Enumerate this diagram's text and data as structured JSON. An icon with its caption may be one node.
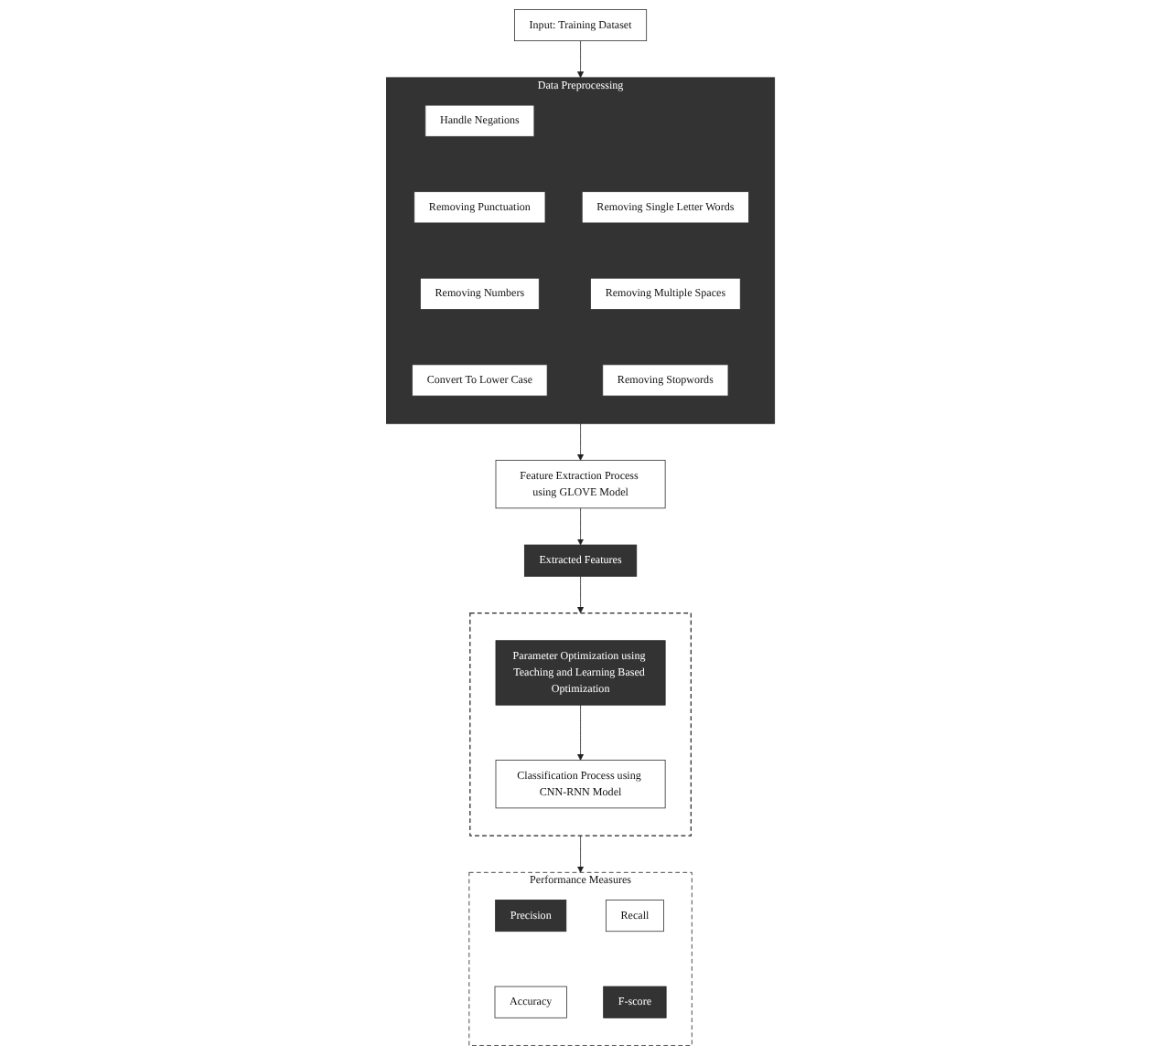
{
  "diagram": {
    "nodes": [
      {
        "text": [
          "Input: Training  Dataset"
        ]
      },
      {
        "text": [
          "Data Preprocessing"
        ]
      },
      {
        "text": [
          "Handle Negations"
        ],
        "in": 1
      },
      {
        "text": [
          "Removing Single Letter Words"
        ],
        "in": 1
      },
      {
        "text": [
          "Removing Punctuation"
        ],
        "in": 1
      },
      {
        "text": [
          "Removing Multiple Spaces"
        ],
        "in": 1
      },
      {
        "text": [
          "Removing Numbers"
        ],
        "in": 1
      },
      {
        "text": [
          "Removing Stopwords"
        ],
        "in": 1
      },
      {
        "text": [
          "Convert To Lower Case"
        ],
        "in": 1
      },
      {
        "text": [
          "Feature Extraction Process using GLOVE Model"
        ]
      },
      {
        "text": [
          "Extracted Features"
        ]
      },
      {
        "text": [],
        "shape": "box"
      },
      {
        "text": [
          "Parameter Optimization using Teaching and Learning Based Optimization"
        ],
        "in": 11
      },
      {
        "text": [
          "Classification Process using CNN-RNN Model"
        ],
        "in": 11
      },
      {
        "text": [
          "Performance Measures"
        ]
      },
      {
        "text": [
          "Precision"
        ],
        "in": 14
      },
      {
        "text": [
          "Recall"
        ],
        "in": 14
      },
      {
        "text": [
          "Accuracy"
        ],
        "in": 14
      },
      {
        "text": [
          "F-score"
        ],
        "in": 14
      }
    ],
    "edges": [
      {
        "from": 0,
        "to": 1,
        "arrow": "to"
      },
      {
        "from": 1,
        "to": 9,
        "arrow": "to"
      },
      {
        "from": 9,
        "to": 10,
        "arrow": "to"
      },
      {
        "from": 10,
        "to": 11,
        "arrow": "to"
      },
      {
        "from": 12,
        "to": 13,
        "arrow": "to"
      },
      {
        "from": 11,
        "to": 14,
        "arrow": "to"
      }
    ]
  }
}
